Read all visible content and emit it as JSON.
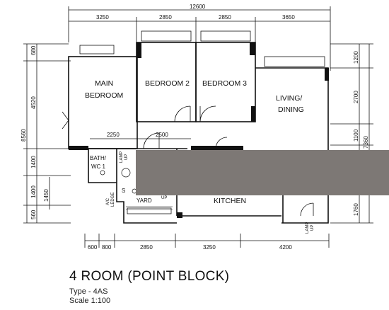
{
  "plan": {
    "title": "4 ROOM (POINT BLOCK)",
    "type_label": "Type - 4AS",
    "scale_label": "Scale 1:100",
    "overall_width": "12600",
    "top_dimensions": [
      "3250",
      "2850",
      "2850",
      "3650"
    ],
    "bottom_dimensions": [
      "600",
      "800",
      "2850",
      "3250",
      "4200"
    ],
    "left_dimensions": [
      "680",
      "4520",
      "8560",
      "1400",
      "1400",
      "1450",
      "560"
    ],
    "right_dimensions": [
      "1200",
      "2700",
      "1100",
      "7360",
      "1760"
    ],
    "inner_dimensions": [
      "2250",
      "2500"
    ],
    "rooms": {
      "main_bedroom_line1": "MAIN",
      "main_bedroom_line2": "BEDROOM",
      "bedroom2": "BEDROOM 2",
      "bedroom3": "BEDROOM 3",
      "living_line1": "LIVING/",
      "living_line2": "DINING",
      "bath_line1": "BATH/",
      "bath_line2": "WC 1",
      "kitchen": "KITCHEN",
      "yard": "YARD",
      "ac_line1": "A/C",
      "ac_line2": "LEDGE",
      "s_label": "S",
      "lamp_up_1": "LAMP",
      "lamp_up_2": "UP",
      "up_label": "UP"
    },
    "redaction_color": "#7d7875",
    "wall_color": "#111111"
  }
}
